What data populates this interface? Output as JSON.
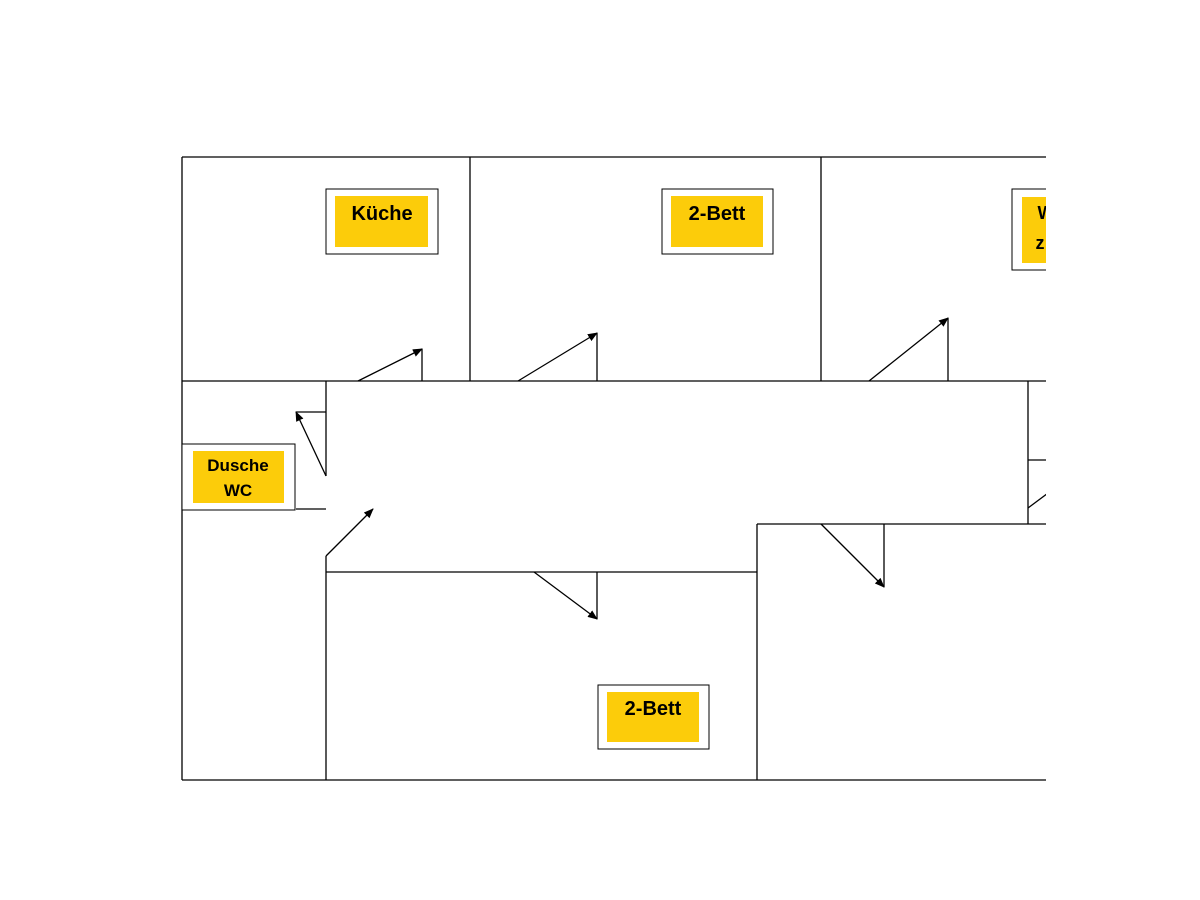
{
  "colors": {
    "background": "#ffffff",
    "wall": "#000000",
    "label_fill": "#fccc0a",
    "label_frame": "#000000"
  },
  "rooms": {
    "kitchen": {
      "label": "Küche"
    },
    "double_room_top": {
      "label": "2-Bett"
    },
    "room_right_partial": {
      "line1": "W",
      "line2": "z"
    },
    "shower_wc": {
      "line1": "Dusche",
      "line2": "WC"
    },
    "double_room_bottom": {
      "label": "2-Bett"
    }
  }
}
